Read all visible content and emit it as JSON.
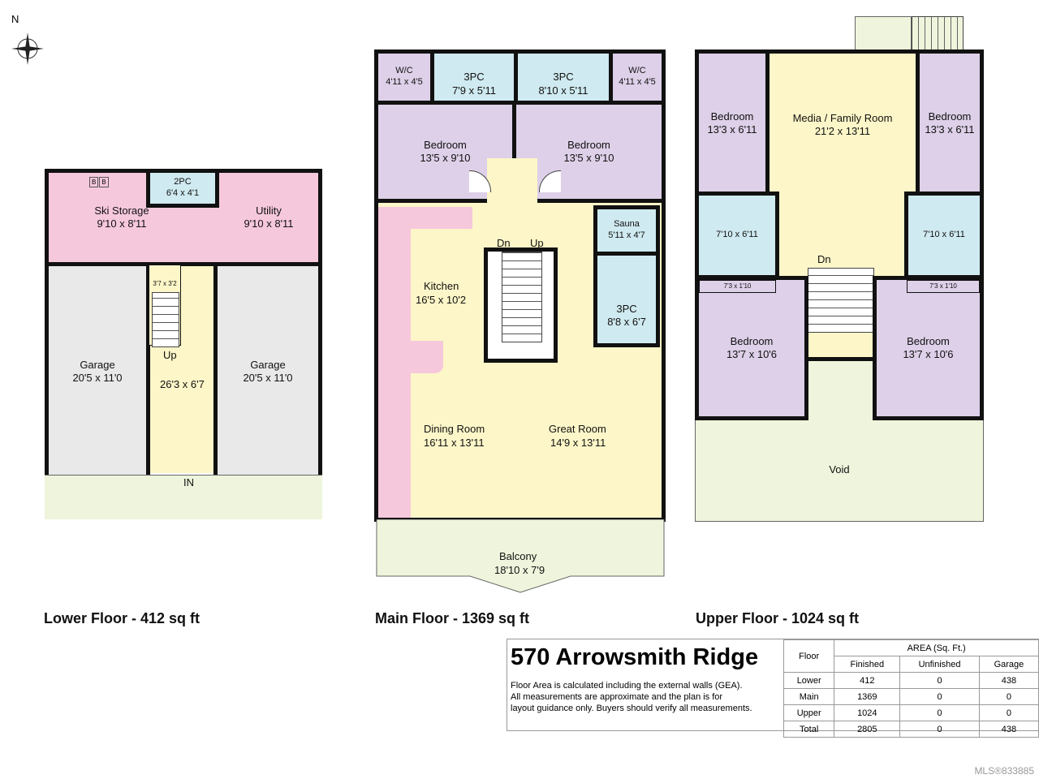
{
  "compass": {
    "north_label": "N"
  },
  "lower": {
    "title": "Lower Floor - 412 sq ft",
    "ski": {
      "name": "Ski Storage",
      "dim": "9'10 x 8'11"
    },
    "utility": {
      "name": "Utility",
      "dim": "9'10 x 8'11"
    },
    "pc2": {
      "name": "2PC",
      "dim": "6'4 x 4'1"
    },
    "boiler": "B",
    "closet": "3'7 x 3'2",
    "garage1": {
      "name": "Garage",
      "dim": "20'5 x 11'0"
    },
    "garage2": {
      "name": "Garage",
      "dim": "20'5 x 11'0"
    },
    "hall": {
      "up": "Up",
      "dim": "26'3 x 6'7"
    },
    "entry": "IN"
  },
  "main": {
    "title": "Main Floor - 1369 sq ft",
    "wc1": {
      "name": "W/C",
      "dim": "4'11 x 4'5"
    },
    "bath1": {
      "name": "3PC",
      "dim": "7'9 x 5'11"
    },
    "bath2": {
      "name": "3PC",
      "dim": "8'10 x 5'11"
    },
    "wc2": {
      "name": "W/C",
      "dim": "4'11 x 4'5"
    },
    "bed1": {
      "name": "Bedroom",
      "dim": "13'5 x 9'10"
    },
    "bed2": {
      "name": "Bedroom",
      "dim": "13'5 x 9'10"
    },
    "kitchen": {
      "name": "Kitchen",
      "dim": "16'5 x 10'2"
    },
    "sauna": {
      "name": "Sauna",
      "dim": "5'11 x 4'7"
    },
    "bath3": {
      "name": "3PC",
      "dim": "8'8 x 6'7"
    },
    "stairs": {
      "down": "Dn",
      "up": "Up"
    },
    "dining": {
      "name": "Dining Room",
      "dim": "16'11 x 13'11"
    },
    "great": {
      "name": "Great Room",
      "dim": "14'9 x 13'11"
    },
    "balcony": {
      "name": "Balcony",
      "dim": "18'10 x 7'9"
    }
  },
  "upper": {
    "title": "Upper Floor - 1024 sq ft",
    "bed1": {
      "name": "Bedroom",
      "dim": "13'3 x 6'11"
    },
    "media": {
      "name": "Media / Family Room",
      "dim": "21'2 x 13'11"
    },
    "bed2": {
      "name": "Bedroom",
      "dim": "13'3 x 6'11"
    },
    "bath1": {
      "dim": "7'10 x 6'11"
    },
    "bath2": {
      "dim": "7'10 x 6'11"
    },
    "closet1": "7'3 x 1'10",
    "closet2": "7'3 x 1'10",
    "stairs": "Dn",
    "bed3": {
      "name": "Bedroom",
      "dim": "13'7 x 10'6"
    },
    "bed4": {
      "name": "Bedroom",
      "dim": "13'7 x 10'6"
    },
    "void": "Void"
  },
  "info": {
    "address": "570 Arrowsmith Ridge",
    "note": [
      "Floor Area is calculated including the external walls (GEA).",
      "All measurements are approximate and the plan is for",
      "layout guidance only. Buyers should verify all measurements."
    ],
    "header_floor": "Floor",
    "header_area": "AREA (Sq. Ft.)",
    "columns": [
      "Finished",
      "Unfinished",
      "Garage"
    ],
    "rows": [
      {
        "floor": "Lower",
        "finished": "412",
        "unfinished": "0",
        "garage": "438"
      },
      {
        "floor": "Main",
        "finished": "1369",
        "unfinished": "0",
        "garage": "0"
      },
      {
        "floor": "Upper",
        "finished": "1024",
        "unfinished": "0",
        "garage": "0"
      },
      {
        "floor": "Total",
        "finished": "2805",
        "unfinished": "0",
        "garage": "438"
      }
    ]
  },
  "mls": "MLS®833885"
}
